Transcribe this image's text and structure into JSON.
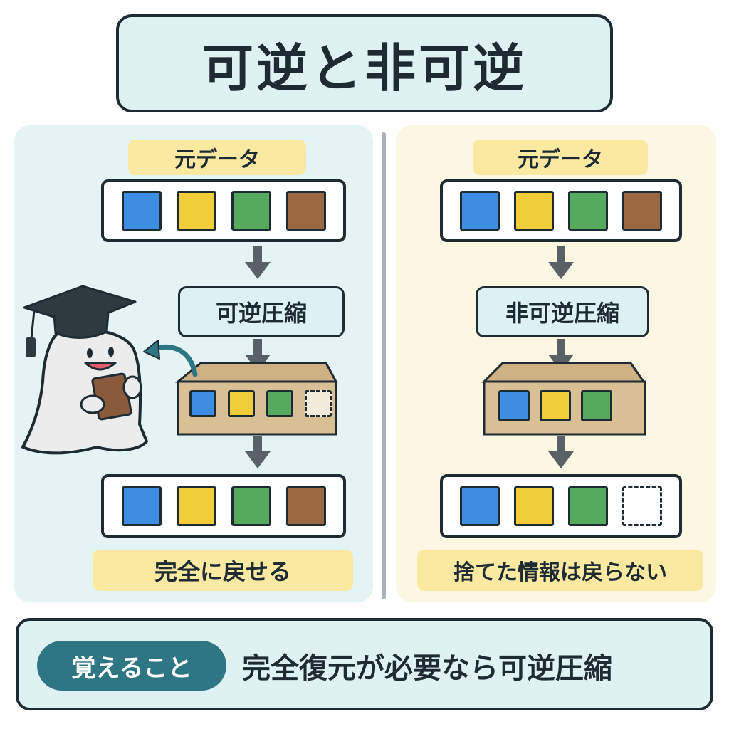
{
  "title": "可逆と非可逆",
  "left": {
    "source_label": "元データ",
    "process_label": "可逆圧縮",
    "result_caption": "完全に戻せる"
  },
  "right": {
    "source_label": "元データ",
    "process_label": "非可逆圧縮",
    "result_caption": "捨てた情報は戻らない"
  },
  "footer": {
    "tag": "覚えること",
    "summary": "完全復元が必要なら可逆圧縮"
  },
  "colors": {
    "blue": "#3d8ee0",
    "yellow": "#f2cd3a",
    "green": "#56aa5e",
    "brown": "#9a6743",
    "box": "#d8bf94",
    "teal": "#2f7684",
    "arrow": "#5a6166"
  },
  "icons": [
    "down-arrow-icon",
    "curved-arrow-icon",
    "mortarboard-icon"
  ]
}
